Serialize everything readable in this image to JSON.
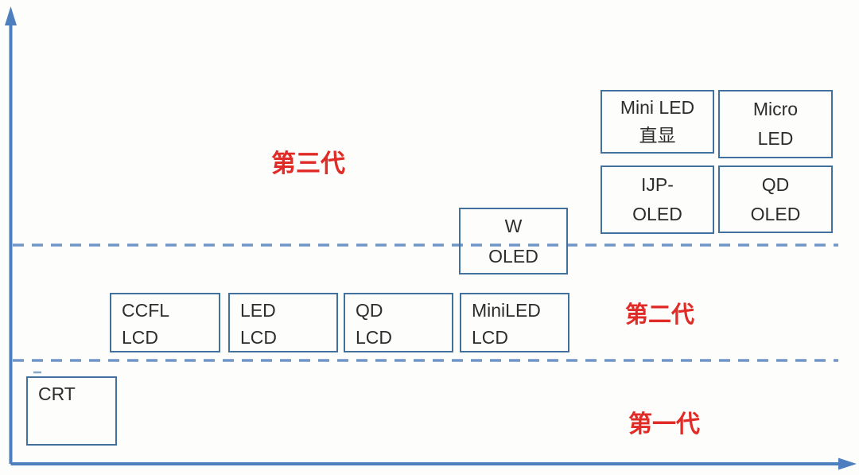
{
  "diagram": {
    "title_implicit": "Display technology generations diagram",
    "generation_labels": {
      "gen3": "第三代",
      "gen2": "第二代",
      "gen1": "第一代"
    },
    "boxes": {
      "crt": {
        "line1": "CRT",
        "line2": ""
      },
      "ccfl_lcd": {
        "line1": "CCFL",
        "line2": "LCD"
      },
      "led_lcd": {
        "line1": "LED",
        "line2": "LCD"
      },
      "qd_lcd": {
        "line1": "QD",
        "line2": "LCD"
      },
      "miniled_lcd": {
        "line1": "MiniLED",
        "line2": "LCD"
      },
      "w_oled": {
        "line1": "W",
        "line2": "OLED"
      },
      "miniled_direct": {
        "line1": "Mini LED",
        "line2": "直显"
      },
      "micro_led": {
        "line1": "Micro",
        "line2": "LED"
      },
      "ijp_oled": {
        "line1": "IJP-",
        "line2": "OLED"
      },
      "qd_oled": {
        "line1": "QD",
        "line2": "OLED"
      }
    },
    "colors": {
      "axis": "#4d7ebd",
      "dashed_divider": "#6f96c6",
      "box_border": "#41719c",
      "box_text": "#2d2d2d",
      "generation_label": "#e02b26",
      "background": "#fdfdfb"
    }
  }
}
